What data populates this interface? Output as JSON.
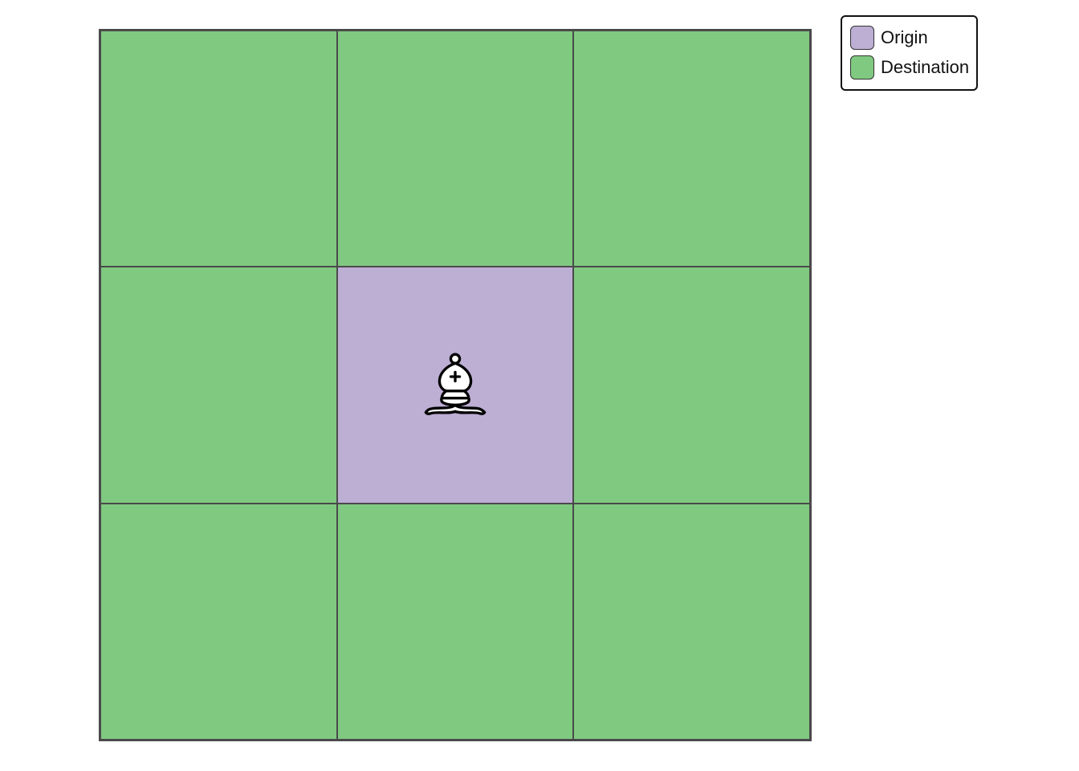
{
  "colors": {
    "origin": "#bdaed4",
    "destination": "#80c981",
    "grid_line": "#4a4a4a"
  },
  "board": {
    "rows": 3,
    "cols": 3,
    "cells": [
      [
        "destination",
        "destination",
        "destination"
      ],
      [
        "destination",
        "origin",
        "destination"
      ],
      [
        "destination",
        "destination",
        "destination"
      ]
    ],
    "piece": {
      "name": "bishop",
      "color": "white",
      "row": 1,
      "col": 1,
      "icon": "white-bishop-icon"
    }
  },
  "legend": {
    "items": [
      {
        "key": "origin",
        "label": "Origin"
      },
      {
        "key": "destination",
        "label": "Destination"
      }
    ]
  }
}
